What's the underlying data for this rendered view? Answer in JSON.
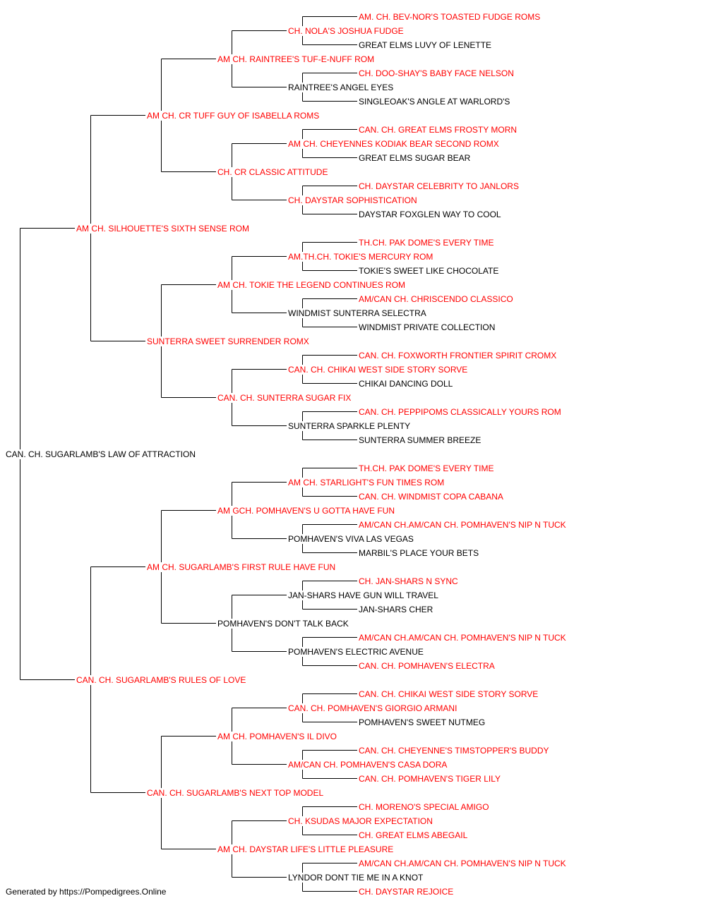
{
  "colors": {
    "titled": "#ff0000",
    "untitled": "#000000",
    "lines": "#000000"
  },
  "pedigree": {
    "name": "CAN. CH. SUGARLAMB'S LAW OF ATTRACTION",
    "titled": false,
    "sire": {
      "name": "AM CH. SILHOUETTE'S SIXTH SENSE ROM",
      "titled": true,
      "sire": {
        "name": "AM CH. CR TUFF GUY OF ISABELLA ROMS",
        "titled": true,
        "sire": {
          "name": "AM CH. RAINTREE'S TUF-E-NUFF ROM",
          "titled": true,
          "sire": {
            "name": "CH. NOLA'S JOSHUA FUDGE",
            "titled": true,
            "sire": {
              "name": "AM. CH. BEV-NOR'S TOASTED FUDGE ROMS",
              "titled": true
            },
            "dam": {
              "name": "GREAT ELMS LUVY OF LENETTE",
              "titled": false
            }
          },
          "dam": {
            "name": "RAINTREE'S ANGEL EYES",
            "titled": false,
            "sire": {
              "name": "CH. DOO-SHAY'S BABY FACE NELSON",
              "titled": true
            },
            "dam": {
              "name": "SINGLEOAK'S ANGLE AT WARLORD'S",
              "titled": false
            }
          }
        },
        "dam": {
          "name": "CH. CR CLASSIC ATTITUDE",
          "titled": true,
          "sire": {
            "name": "AM CH. CHEYENNES KODIAK BEAR SECOND ROMX",
            "titled": true,
            "sire": {
              "name": "CAN. CH. GREAT ELMS FROSTY MORN",
              "titled": true
            },
            "dam": {
              "name": "GREAT ELMS SUGAR BEAR",
              "titled": false
            }
          },
          "dam": {
            "name": "CH. DAYSTAR SOPHISTICATION",
            "titled": true,
            "sire": {
              "name": "CH. DAYSTAR CELEBRITY TO JANLORS",
              "titled": true
            },
            "dam": {
              "name": "DAYSTAR FOXGLEN WAY TO COOL",
              "titled": false
            }
          }
        }
      },
      "dam": {
        "name": "SUNTERRA SWEET SURRENDER ROMX",
        "titled": true,
        "sire": {
          "name": "AM CH. TOKIE THE LEGEND CONTINUES ROM",
          "titled": true,
          "sire": {
            "name": "AM.TH.CH. TOKIE'S MERCURY ROM",
            "titled": true,
            "sire": {
              "name": "TH.CH. PAK DOME'S EVERY TIME",
              "titled": true
            },
            "dam": {
              "name": "TOKIE'S SWEET LIKE CHOCOLATE",
              "titled": false
            }
          },
          "dam": {
            "name": "WINDMIST SUNTERRA SELECTRA",
            "titled": false,
            "sire": {
              "name": "AM/CAN CH. CHRISCENDO CLASSICO",
              "titled": true
            },
            "dam": {
              "name": "WINDMIST PRIVATE COLLECTION",
              "titled": false
            }
          }
        },
        "dam": {
          "name": "CAN. CH. SUNTERRA SUGAR FIX",
          "titled": true,
          "sire": {
            "name": "CAN. CH. CHIKAI WEST SIDE STORY SORVE",
            "titled": true,
            "sire": {
              "name": "CAN. CH. FOXWORTH FRONTIER SPIRIT CROMX",
              "titled": true
            },
            "dam": {
              "name": "CHIKAI DANCING DOLL",
              "titled": false
            }
          },
          "dam": {
            "name": "SUNTERRA SPARKLE PLENTY",
            "titled": false,
            "sire": {
              "name": "CAN. CH. PEPPIPOMS CLASSICALLY YOURS ROM",
              "titled": true
            },
            "dam": {
              "name": "SUNTERRA SUMMER BREEZE",
              "titled": false
            }
          }
        }
      }
    },
    "dam": {
      "name": "CAN. CH. SUGARLAMB'S RULES OF LOVE",
      "titled": true,
      "sire": {
        "name": "AM CH. SUGARLAMB'S FIRST RULE HAVE FUN",
        "titled": true,
        "sire": {
          "name": "AM GCH. POMHAVEN'S U GOTTA HAVE FUN",
          "titled": true,
          "sire": {
            "name": "AM CH. STARLIGHT'S FUN TIMES ROM",
            "titled": true,
            "sire": {
              "name": "TH.CH. PAK DOME'S EVERY TIME",
              "titled": true
            },
            "dam": {
              "name": "CAN. CH. WINDMIST COPA CABANA",
              "titled": true
            }
          },
          "dam": {
            "name": "POMHAVEN'S VIVA LAS VEGAS",
            "titled": false,
            "sire": {
              "name": "AM/CAN CH.AM/CAN CH. POMHAVEN'S NIP N TUCK",
              "titled": true
            },
            "dam": {
              "name": "MARBIL'S PLACE YOUR BETS",
              "titled": false
            }
          }
        },
        "dam": {
          "name": "POMHAVEN'S DON'T TALK BACK",
          "titled": false,
          "sire": {
            "name": "JAN-SHARS HAVE GUN WILL TRAVEL",
            "titled": false,
            "sire": {
              "name": "CH. JAN-SHARS N SYNC",
              "titled": true
            },
            "dam": {
              "name": "JAN-SHARS CHER",
              "titled": false
            }
          },
          "dam": {
            "name": "POMHAVEN'S ELECTRIC AVENUE",
            "titled": false,
            "sire": {
              "name": "AM/CAN CH.AM/CAN CH. POMHAVEN'S NIP N TUCK",
              "titled": true
            },
            "dam": {
              "name": "CAN. CH. POMHAVEN'S ELECTRA",
              "titled": true
            }
          }
        }
      },
      "dam": {
        "name": "CAN. CH. SUGARLAMB'S NEXT TOP MODEL",
        "titled": true,
        "sire": {
          "name": "AM CH. POMHAVEN'S IL DIVO",
          "titled": true,
          "sire": {
            "name": "CAN. CH. POMHAVEN'S GIORGIO ARMANI",
            "titled": true,
            "sire": {
              "name": "CAN. CH. CHIKAI WEST SIDE STORY SORVE",
              "titled": true
            },
            "dam": {
              "name": "POMHAVEN'S SWEET NUTMEG",
              "titled": false
            }
          },
          "dam": {
            "name": "AM/CAN CH. POMHAVEN'S CASA DORA",
            "titled": true,
            "sire": {
              "name": "CAN. CH. CHEYENNE'S TIMSTOPPER'S BUDDY",
              "titled": true
            },
            "dam": {
              "name": "CAN. CH. POMHAVEN'S TIGER LILY",
              "titled": true
            }
          }
        },
        "dam": {
          "name": "AM CH. DAYSTAR LIFE'S LITTLE PLEASURE",
          "titled": true,
          "sire": {
            "name": "CH. KSUDAS MAJOR EXPECTATION",
            "titled": true,
            "sire": {
              "name": "CH. MORENO'S SPECIAL AMIGO",
              "titled": true
            },
            "dam": {
              "name": "CH. GREAT ELMS ABEGAIL",
              "titled": true
            }
          },
          "dam": {
            "name": "LYNDOR DONT TIE ME IN A KNOT",
            "titled": false,
            "sire": {
              "name": "AM/CAN CH.AM/CAN CH. POMHAVEN'S NIP N TUCK",
              "titled": true
            },
            "dam": {
              "name": "CH. DAYSTAR REJOICE",
              "titled": true
            }
          }
        }
      }
    }
  },
  "footer": {
    "text": "Generated by https://Pompedigrees.Online"
  }
}
